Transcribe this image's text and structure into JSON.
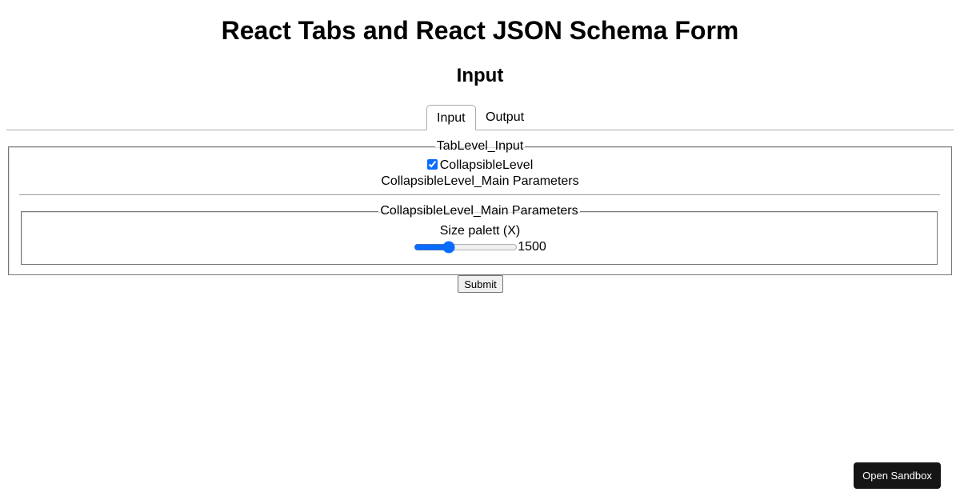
{
  "page": {
    "title": "React Tabs and React JSON Schema Form",
    "subtitle": "Input"
  },
  "tabs": [
    {
      "label": "Input",
      "active": true
    },
    {
      "label": "Output",
      "active": false
    }
  ],
  "form": {
    "outer_legend": "TabLevel_Input",
    "checkbox_label": "CollapsibleLevel",
    "checkbox_checked": true,
    "section_title": "CollapsibleLevel_Main Parameters",
    "inner_legend": "CollapsibleLevel_Main Parameters",
    "slider_label": "Size palett (X)",
    "slider_value": "1500",
    "slider_fill_fraction": 0.31,
    "submit_label": "Submit"
  },
  "sandbox_button": "Open Sandbox",
  "colors": {
    "accent": "#0a6cff",
    "sandbox_bg": "#151515"
  }
}
